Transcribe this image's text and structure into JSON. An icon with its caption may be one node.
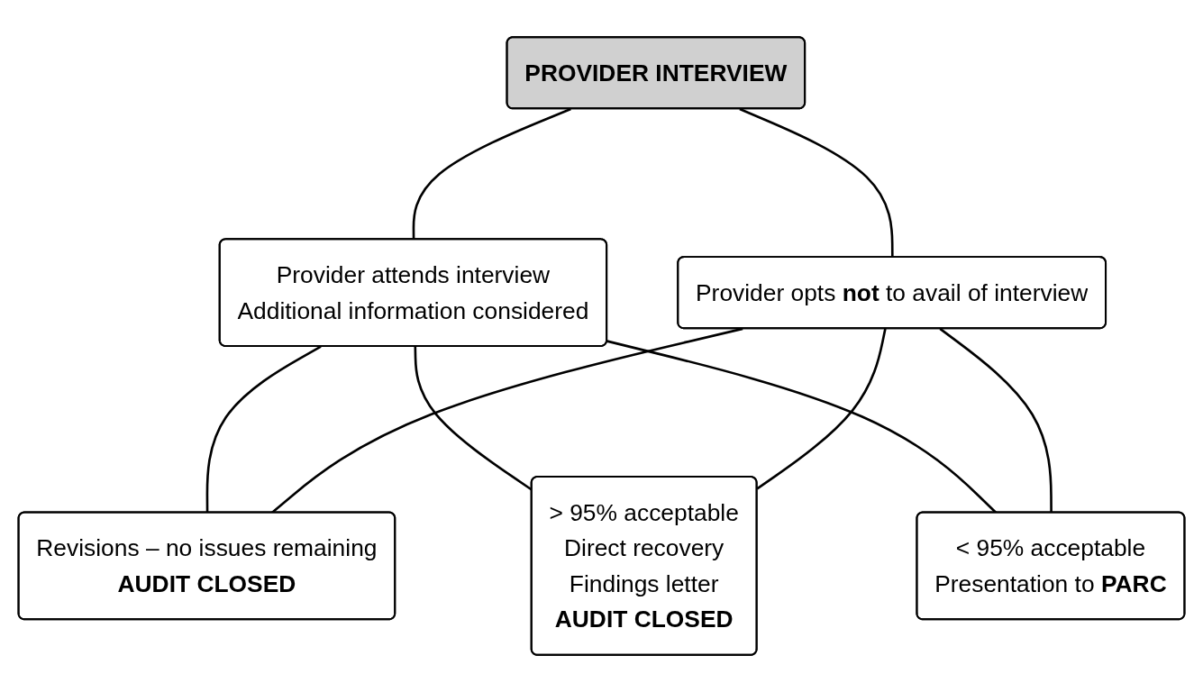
{
  "diagram": {
    "nodes": [
      {
        "text": [
          "PROVIDER INTERVIEW"
        ]
      },
      {
        "text": [
          "Provider attends interview",
          "Additional information considered"
        ]
      },
      {
        "text": [
          "Provider opts **not** to avail of interview"
        ]
      },
      {
        "text": [
          "Revisions – no issues remaining",
          "AUDIT CLOSED"
        ]
      },
      {
        "text": [
          "> 95% acceptable",
          "Direct recovery",
          "Findings letter",
          "AUDIT CLOSED"
        ]
      },
      {
        "text": [
          "< 95% acceptable",
          "Presentation to **PARC**"
        ]
      }
    ],
    "edges": [
      {
        "from": 0,
        "to": 1,
        "arrow": "none"
      },
      {
        "from": 0,
        "to": 2,
        "arrow": "none"
      },
      {
        "from": 1,
        "to": 3,
        "arrow": "none"
      },
      {
        "from": 1,
        "to": 4,
        "arrow": "none"
      },
      {
        "from": 1,
        "to": 5,
        "arrow": "none"
      },
      {
        "from": 2,
        "to": 3,
        "arrow": "none"
      },
      {
        "from": 2,
        "to": 4,
        "arrow": "none"
      },
      {
        "from": 2,
        "to": 5,
        "arrow": "none"
      }
    ]
  }
}
